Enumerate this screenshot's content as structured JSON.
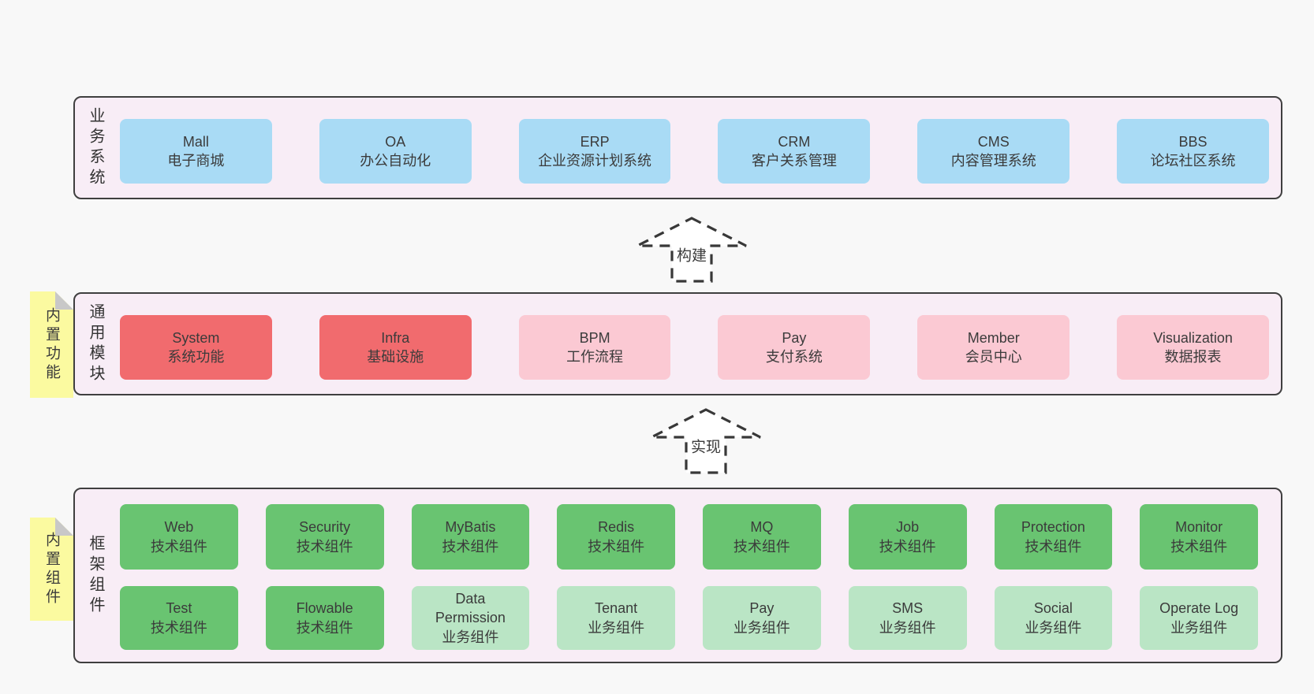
{
  "colors": {
    "page-bg": "#f8f8f8",
    "panel-bg": "#f8edf6",
    "panel-border": "#3f3f3f",
    "blue": "#a9dbf5",
    "red": "#f16b6e",
    "pink": "#fbc9d3",
    "green": "#69c471",
    "lightgreen": "#bae5c5",
    "sticky": "#fbfaa0",
    "text": "#3b3b3b"
  },
  "layers": [
    {
      "label": "业务系统",
      "boxes": [
        {
          "name": "Mall",
          "desc": "电子商城"
        },
        {
          "name": "OA",
          "desc": "办公自动化"
        },
        {
          "name": "ERP",
          "desc": "企业资源计划系统"
        },
        {
          "name": "CRM",
          "desc": "客户关系管理"
        },
        {
          "name": "CMS",
          "desc": "内容管理系统"
        },
        {
          "name": "BBS",
          "desc": "论坛社区系统"
        }
      ]
    },
    {
      "label": "通用模块",
      "sticky": "内置功能",
      "boxes": [
        {
          "name": "System",
          "desc": "系统功能"
        },
        {
          "name": "Infra",
          "desc": "基础设施"
        },
        {
          "name": "BPM",
          "desc": "工作流程"
        },
        {
          "name": "Pay",
          "desc": "支付系统"
        },
        {
          "name": "Member",
          "desc": "会员中心"
        },
        {
          "name": "Visualization",
          "desc": "数据报表"
        }
      ]
    },
    {
      "label": "框架组件",
      "sticky": "内置组件",
      "boxes": [
        {
          "name": "Web",
          "desc": "技术组件"
        },
        {
          "name": "Security",
          "desc": "技术组件"
        },
        {
          "name": "MyBatis",
          "desc": "技术组件"
        },
        {
          "name": "Redis",
          "desc": "技术组件"
        },
        {
          "name": "MQ",
          "desc": "技术组件"
        },
        {
          "name": "Job",
          "desc": "技术组件"
        },
        {
          "name": "Protection",
          "desc": "技术组件"
        },
        {
          "name": "Monitor",
          "desc": "技术组件"
        },
        {
          "name": "Test",
          "desc": "技术组件"
        },
        {
          "name": "Flowable",
          "desc": "技术组件"
        },
        {
          "name": "Data Permission",
          "desc": "业务组件"
        },
        {
          "name": "Tenant",
          "desc": "业务组件"
        },
        {
          "name": "Pay",
          "desc": "业务组件"
        },
        {
          "name": "SMS",
          "desc": "业务组件"
        },
        {
          "name": "Social",
          "desc": "业务组件"
        },
        {
          "name": "Operate Log",
          "desc": "业务组件"
        }
      ]
    }
  ],
  "arrows": [
    {
      "label": "构建"
    },
    {
      "label": "实现"
    }
  ]
}
